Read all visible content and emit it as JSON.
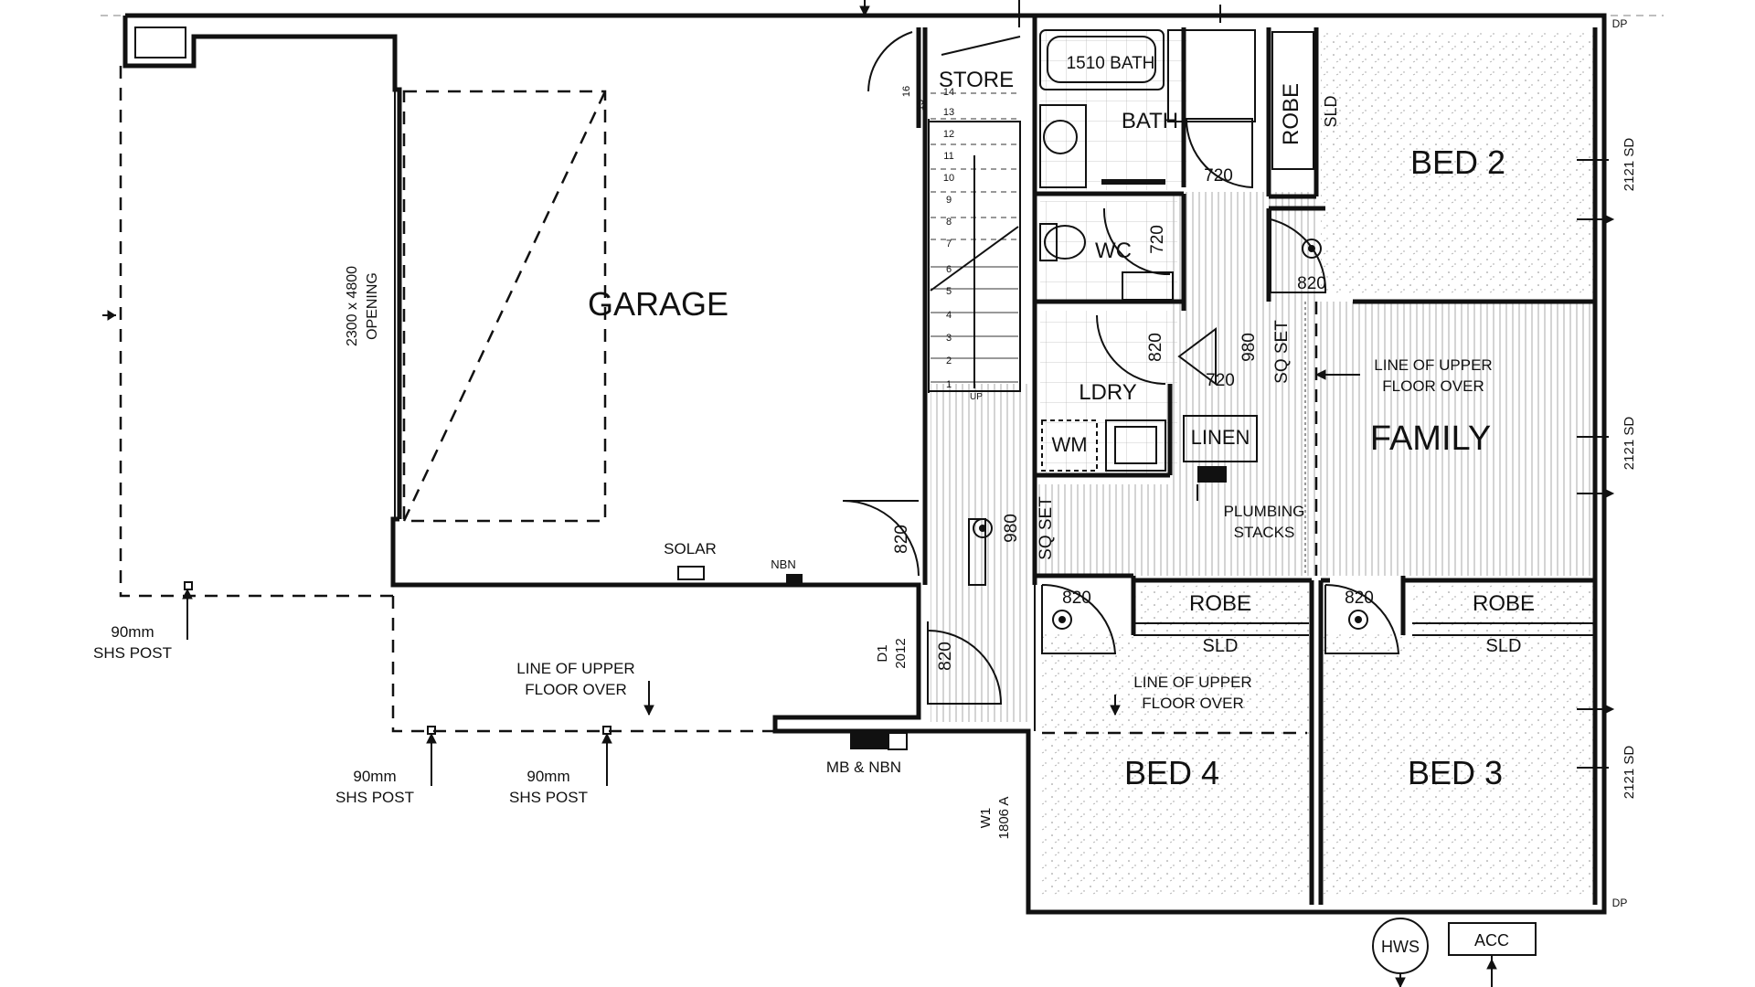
{
  "rooms": {
    "garage": "GARAGE",
    "store": "STORE",
    "bath": "BATH",
    "bath_tub": "1510 BATH",
    "wc": "WC",
    "ldry": "LDRY",
    "wm": "WM",
    "linen": "LINEN",
    "family": "FAMILY",
    "bed2": "BED 2",
    "bed3": "BED 3",
    "bed4": "BED 4",
    "robe_bed2": "ROBE",
    "robe_bed4": "ROBE",
    "robe_bed3": "ROBE"
  },
  "labels": {
    "garage_opening": "2300 x 4800",
    "garage_opening_2": "OPENING",
    "solar": "SOLAR",
    "nbn": "NBN",
    "mb_nbn": "MB & NBN",
    "plumbing_1": "PLUMBING",
    "plumbing_2": "STACKS",
    "upper_floor_family_1": "LINE OF UPPER",
    "upper_floor_family_2": "FLOOR OVER",
    "upper_floor_porch_1": "LINE OF UPPER",
    "upper_floor_porch_2": "FLOOR OVER",
    "upper_floor_bed4_1": "LINE OF UPPER",
    "upper_floor_bed4_2": "FLOOR OVER",
    "post_left_1": "90mm",
    "post_left_2": "SHS POST",
    "post_mid_1": "90mm",
    "post_mid_2": "SHS POST",
    "post_right_1": "90mm",
    "post_right_2": "SHS POST",
    "sq_set_1": "SQ SET",
    "sq_set_2": "SQ SET",
    "sld_bed2": "SLD",
    "sld_bed4": "SLD",
    "sld_bed3": "SLD",
    "door_820_entry": "820",
    "door_820_front": "820",
    "door_820_bed2": "820",
    "door_820_bed4": "820",
    "door_820_bed3": "820",
    "door_820_ldry": "820",
    "door_720_bath": "720",
    "door_720_wc": "720",
    "door_720_linen": "720",
    "dim_980_hall": "980",
    "dim_980_ldry": "980",
    "d1": "D1",
    "d1_size": "2012",
    "w1": "W1",
    "w1_size": "1806 A",
    "window_bed2": "2121 SD",
    "window_family": "2121 SD",
    "window_bed3": "2121 SD",
    "hws": "HWS",
    "acc": "ACC",
    "up": "UP",
    "dp_top": "DP",
    "dp_bottom": "DP"
  },
  "stair_steps": [
    "1",
    "2",
    "3",
    "4",
    "5",
    "6",
    "7",
    "8",
    "9",
    "10",
    "11",
    "12",
    "13",
    "14",
    "15",
    "16"
  ]
}
